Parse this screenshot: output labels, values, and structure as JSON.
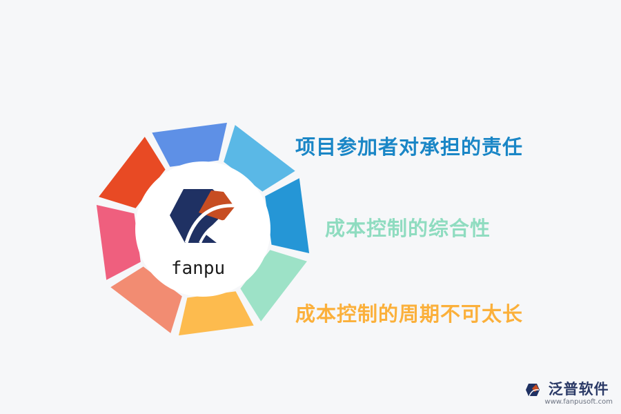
{
  "diagram": {
    "center_label": "fanpu",
    "segment_colors": [
      "#5ab8e6",
      "#2596d6",
      "#9de2c7",
      "#fdbb4e",
      "#f28c72",
      "#ef5f7e",
      "#e84a24",
      "#5e90e6"
    ],
    "logo_colors": {
      "dark": "#1f3163",
      "accent": "#c74d22"
    },
    "items": [
      {
        "text": "项目参加者对承担的责任",
        "color": "#1a86c6"
      },
      {
        "text": "成本控制的综合性",
        "color": "#8fdcc0"
      },
      {
        "text": "成本控制的周期不可太长",
        "color": "#fbb03b"
      }
    ]
  },
  "watermark": {
    "name": "泛普软件",
    "url": "www.fanpusoft.com"
  }
}
